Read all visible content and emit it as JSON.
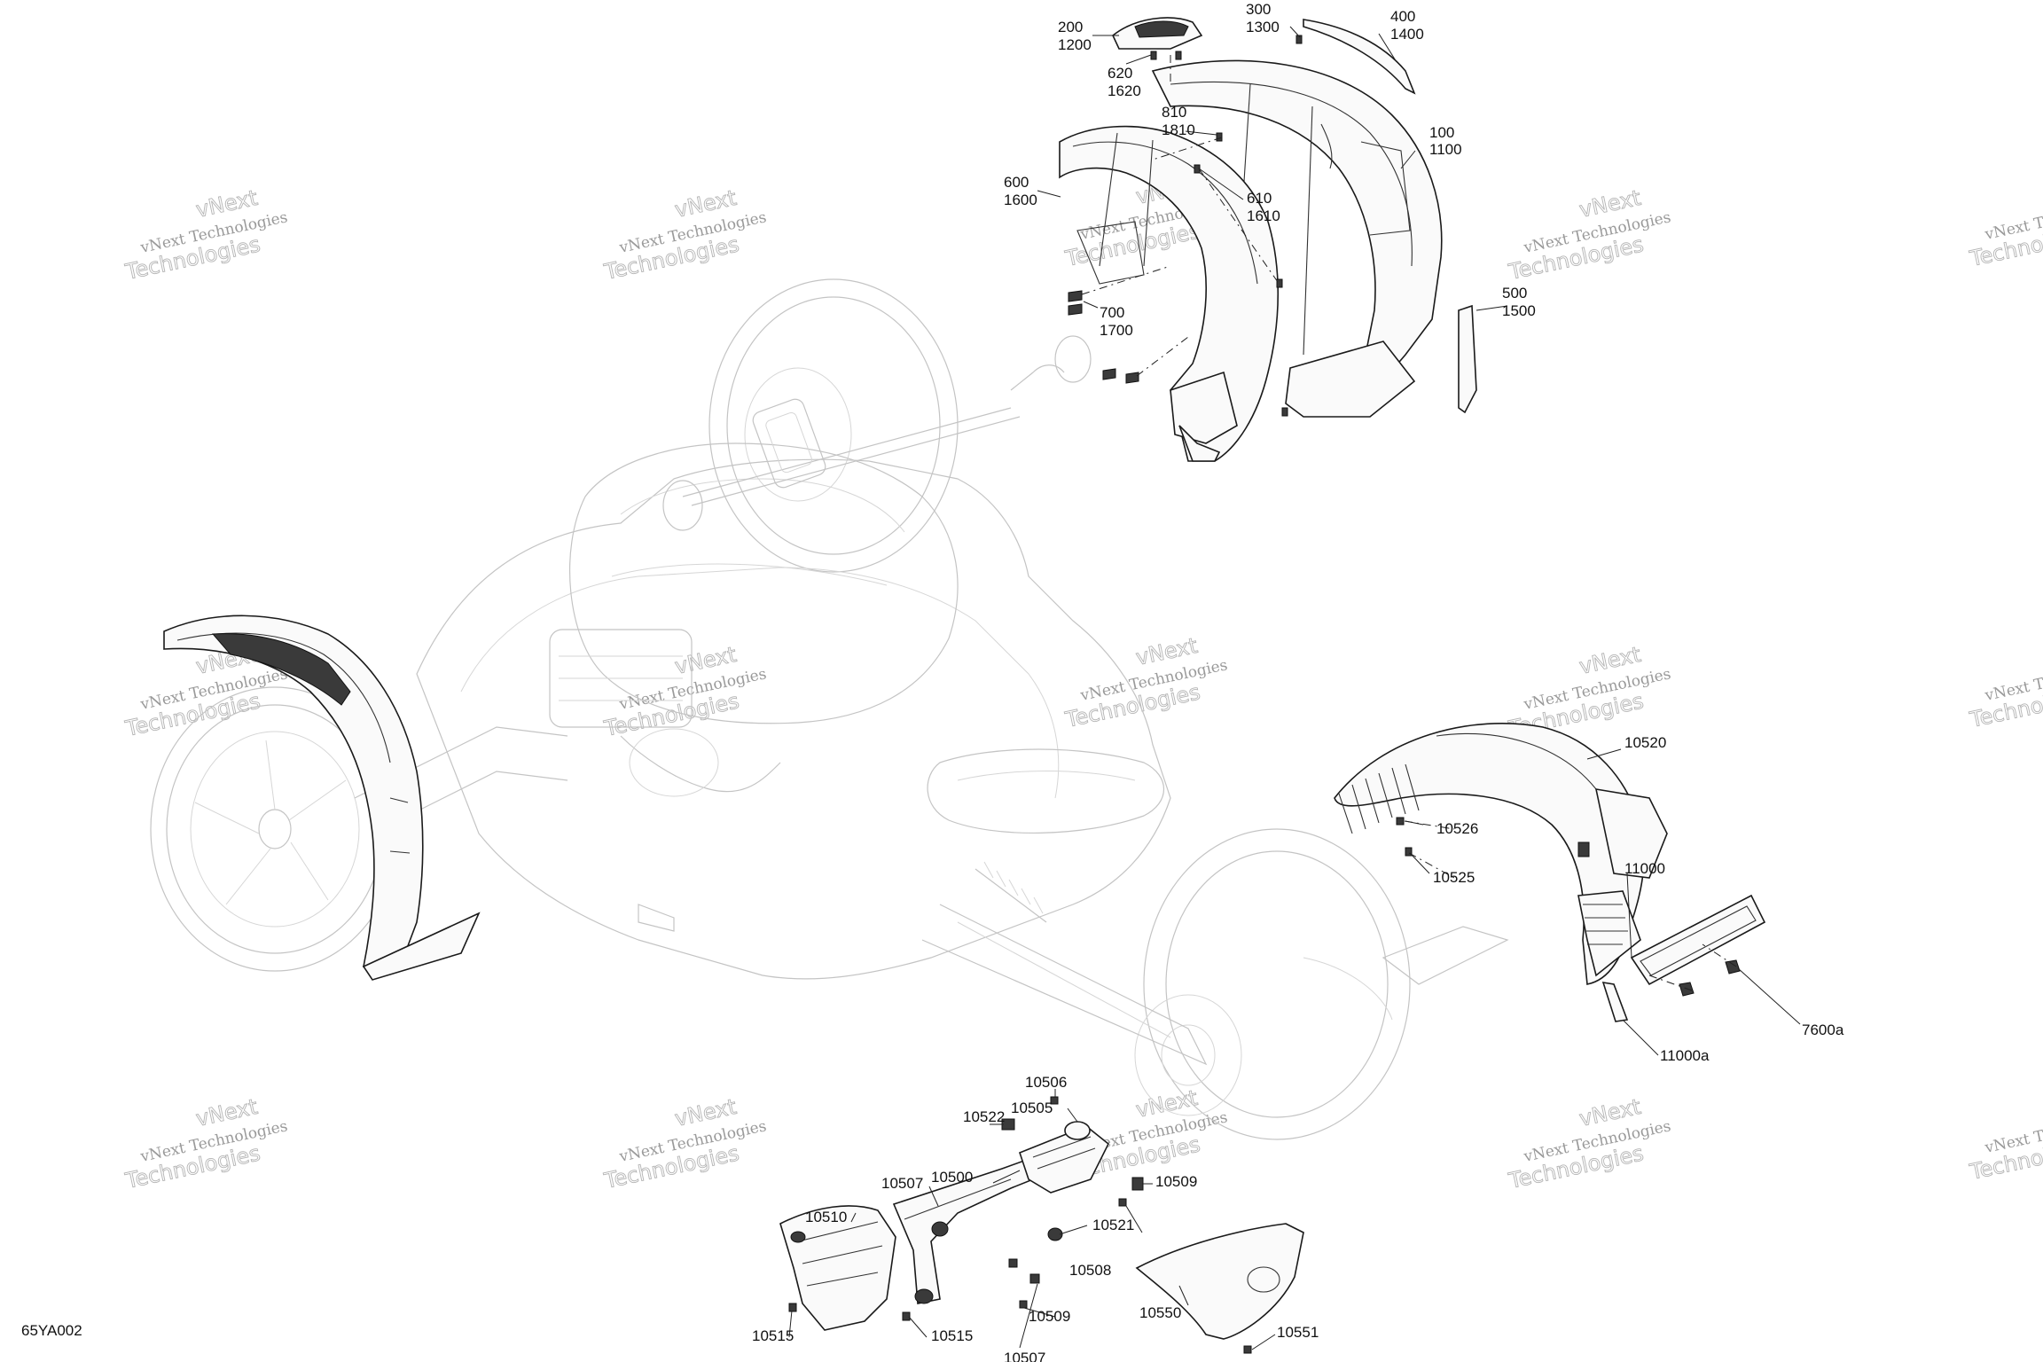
{
  "figure_code": "65YA002",
  "watermark": {
    "line1": "vNext Technologies",
    "line2": "Technologies",
    "prefix": "vNext"
  },
  "labels": {
    "l200": "200",
    "l1200": "1200",
    "l620": "620",
    "l1620": "1620",
    "l300": "300",
    "l1300": "1300",
    "l400": "400",
    "l1400": "1400",
    "l810": "810",
    "l1810": "1810",
    "l100": "100",
    "l1100": "1100",
    "l600": "600",
    "l1600": "1600",
    "l610": "610",
    "l1610": "1610",
    "l500": "500",
    "l1500": "1500",
    "l700": "700",
    "l1700": "1700",
    "l10520": "10520",
    "l10526": "10526",
    "l10525": "10525",
    "l11000": "11000",
    "l7600a": "7600a",
    "l11000a": "11000a",
    "l10506": "10506",
    "l10505": "10505",
    "l10522": "10522",
    "l10500": "10500",
    "l10507a": "10507",
    "l10509a": "10509",
    "l10510": "10510",
    "l10521": "10521",
    "l10508": "10508",
    "l10509b": "10509",
    "l10507b": "10507",
    "l10515a": "10515",
    "l10515b": "10515",
    "l10550": "10550",
    "l10551": "10551"
  }
}
